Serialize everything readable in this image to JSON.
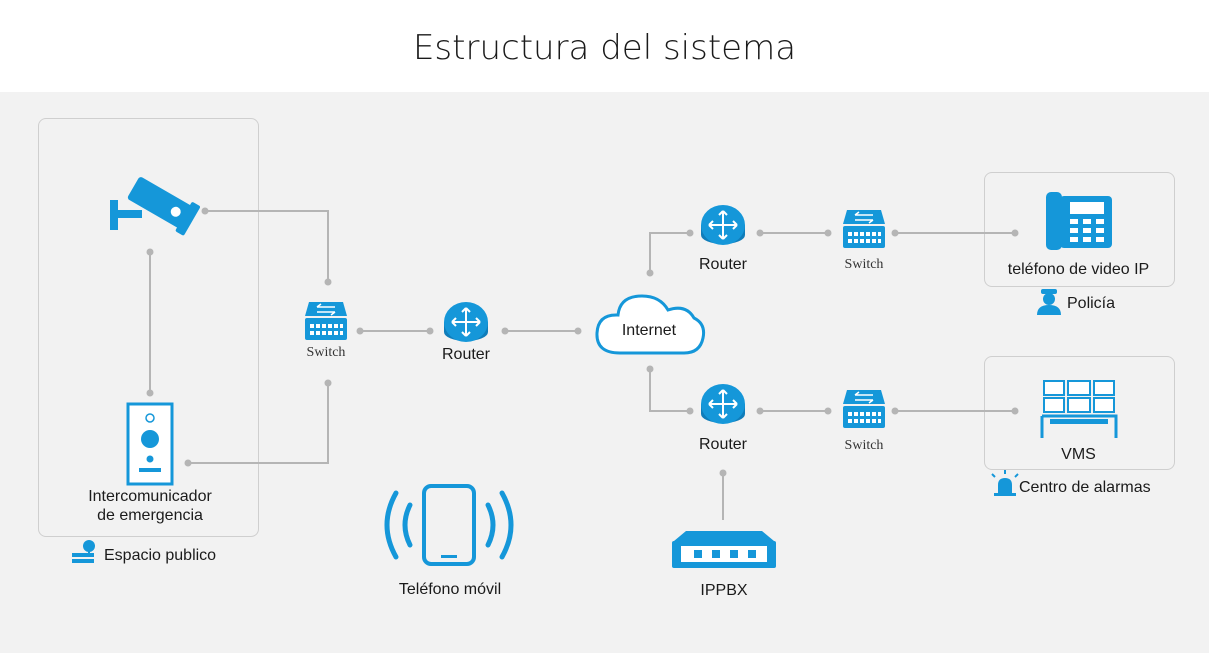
{
  "title": "Estructura del sistema",
  "colors": {
    "accent": "#1597d9",
    "line": "#b5b5b5",
    "panel_bg": "#f2f2f2"
  },
  "nodes": {
    "switch_left": "Switch",
    "router_left": "Router",
    "internet": "Internet",
    "router_top": "Router",
    "switch_top": "Switch",
    "router_bottom": "Router",
    "switch_bottom": "Switch",
    "ip_video_phone": "teléfono de video IP",
    "vms": "VMS",
    "intercom_line1": "Intercomunicador",
    "intercom_line2": "de emergencia",
    "mobile_phone": "Teléfono móvil",
    "ippbx": "IPPBX"
  },
  "zones": {
    "public_space": "Espacio publico",
    "police": "Policía",
    "alarm_center": "Centro de alarmas"
  },
  "icons": [
    "camera-icon",
    "intercom-icon",
    "switch-icon",
    "router-icon",
    "cloud-icon",
    "ip-phone-icon",
    "vms-wall-icon",
    "mobile-phone-icon",
    "ippbx-icon",
    "park-icon",
    "police-icon",
    "alarm-icon"
  ]
}
